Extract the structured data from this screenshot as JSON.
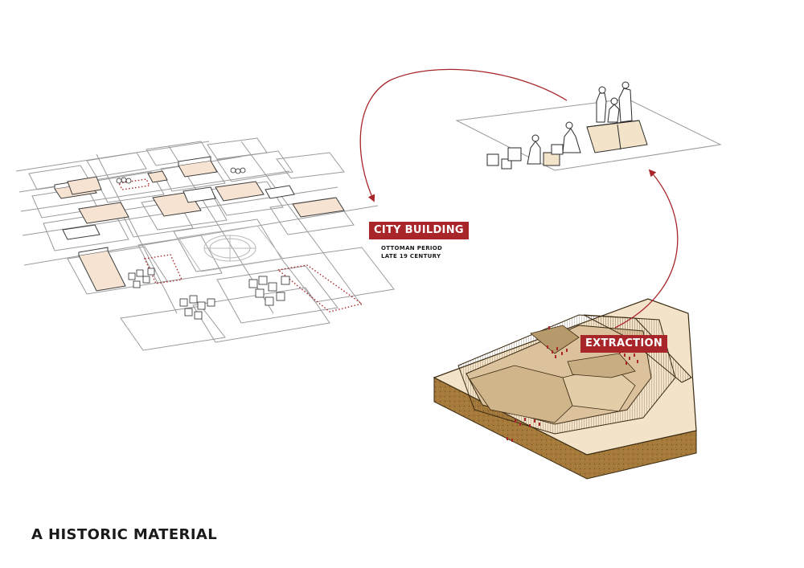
{
  "title": "A HISTORIC MATERIAL",
  "labels": {
    "city_building": "CITY BUILDING",
    "period_line_1": "OTTOMAN PERIOD",
    "period_line_2": "LATE 19 CENTURY",
    "extraction": "EXTRACTION"
  },
  "colors": {
    "accent_red": "#a8262a",
    "building_fill": "#f6e3d2",
    "stone_light": "#f3e3c9",
    "stone_mid": "#dcc29c",
    "stone_dark": "#b79a6c",
    "ground_side": "#a57a3a",
    "line_gray": "#9a9a9a"
  },
  "icons": {
    "flow_arrow": "curved-arrow-icon",
    "workers": "human-figure-icon"
  }
}
